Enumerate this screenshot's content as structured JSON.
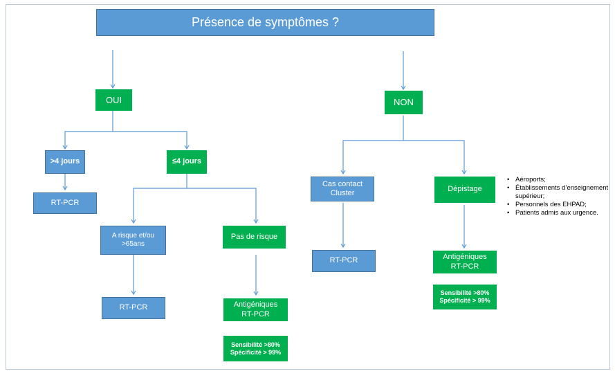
{
  "title": "Présence de symptômes ?",
  "branch_yes": {
    "label": "OUI",
    "gt4": {
      "label": ">4 jours",
      "test": "RT-PCR"
    },
    "le4": {
      "label": "≤4 jours",
      "risk": {
        "line1": "A risque et/ou",
        "line2": ">65ans",
        "test": "RT-PCR"
      },
      "norisk": {
        "label": "Pas de risque",
        "test_line1": "Antigéniques",
        "test_line2": "RT-PCR",
        "sensitivity": "Sensibilité >80%",
        "specificity": "Spécificité > 99%"
      }
    }
  },
  "branch_no": {
    "label": "NON",
    "contact": {
      "line1": "Cas contact",
      "line2": "Cluster",
      "test": "RT-PCR"
    },
    "screening": {
      "label": "Dépistage",
      "test_line1": "Antigéniques",
      "test_line2": "RT-PCR",
      "sensitivity": "Sensibilité >80%",
      "specificity": "Spécificité > 99%",
      "notes": [
        "Aéroports;",
        "Établissements d’enseignement supérieur;",
        "Personnels des EHPAD;",
        "Patients admis aux urgence."
      ]
    }
  },
  "colors": {
    "blue": "#5b9bd5",
    "green": "#00b050",
    "line": "#5b9bd5"
  }
}
